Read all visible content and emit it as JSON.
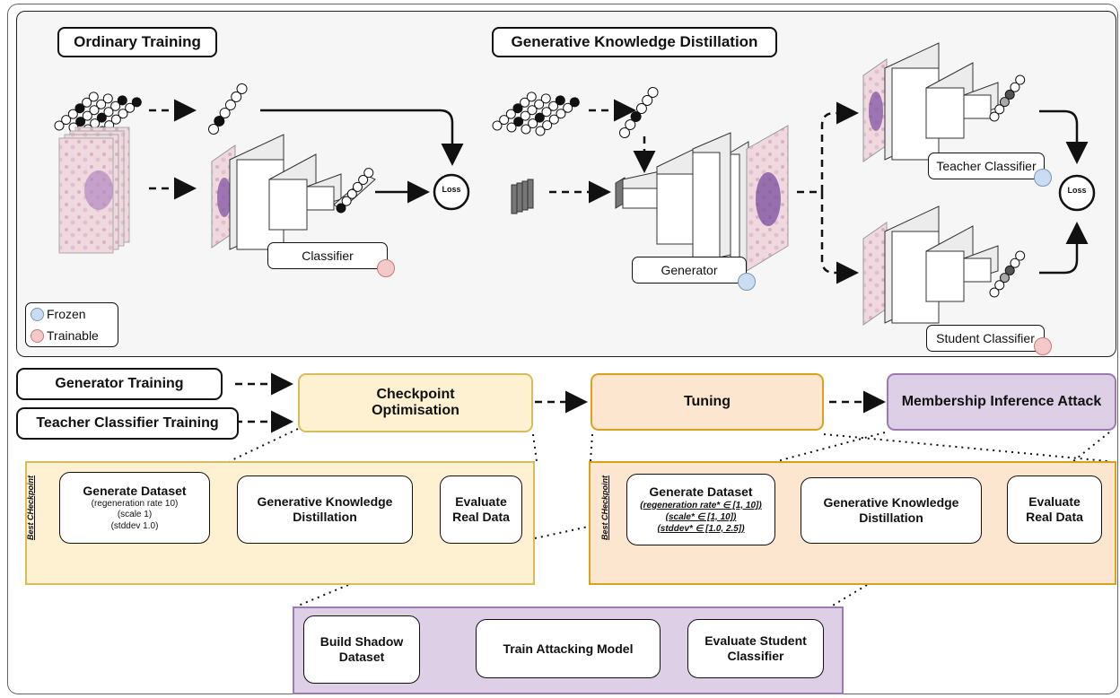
{
  "top": {
    "ordinary_title": "Ordinary Training",
    "gkd_title": "Generative Knowledge Distillation",
    "classifier_label": "Classifier",
    "generator_label": "Generator",
    "teacher_label": "Teacher Classifier",
    "student_label": "Student Classifier",
    "loss": "Loss",
    "legend": {
      "frozen": "Frozen",
      "trainable": "Trainable"
    }
  },
  "pipeline": {
    "generator_training": "Generator Training",
    "teacher_training": "Teacher Classifier Training",
    "checkpoint": "Checkpoint Optimisation",
    "tuning": "Tuning",
    "mia": "Membership Inference Attack"
  },
  "checkpoint_detail": {
    "side": "Best CHeckpoint",
    "gen_title": "Generate Dataset",
    "gen_params": [
      "(regeneration rate 10)",
      "(scale 1)",
      "(stddev 1.0)"
    ],
    "gkd": "Generative Knowledge Distillation",
    "eval": "Evaluate Real Data"
  },
  "tuning_detail": {
    "side": "Best CHeckpoint",
    "gen_title": "Generate Dataset",
    "gen_params": [
      "(regeneration rate* ∈ [1, 10])",
      "(scale* ∈ [1, 10])",
      "(stddev* ∈ [1.0, 2.5])"
    ],
    "gkd": "Generative Knowledge Distillation",
    "eval": "Evaluate Real Data"
  },
  "mia_detail": {
    "shadow": "Build Shadow Dataset",
    "train": "Train Attacking Model",
    "evaluate": "Evaluate Student Classifier"
  },
  "colors": {
    "frozen": "#c9dcf3",
    "trainable": "#f3c9c9",
    "checkpoint_bg": "#fdf1d2",
    "checkpoint_border": "#d8bb5a",
    "tuning_bg": "#fde6cf",
    "tuning_border": "#d9a21a",
    "mia_bg": "#ddd0e6",
    "mia_border": "#9c7bb0"
  }
}
